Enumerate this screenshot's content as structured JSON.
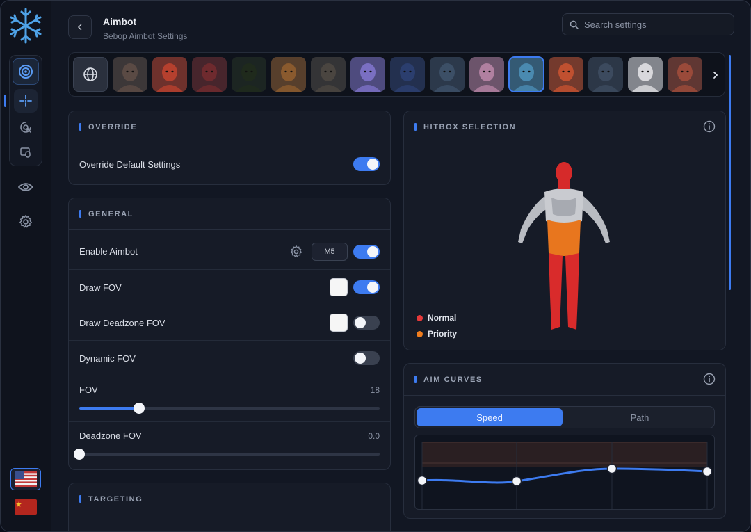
{
  "header": {
    "title": "Aimbot",
    "subtitle": "Bebop Aimbot Settings",
    "search_placeholder": "Search settings"
  },
  "heroes": [
    {
      "icon": "hero-portrait-1",
      "color": "#5a4a44"
    },
    {
      "icon": "hero-portrait-2",
      "color": "#b5402e"
    },
    {
      "icon": "hero-portrait-3",
      "color": "#6e2a2e"
    },
    {
      "icon": "hero-portrait-4",
      "color": "#1f2a1c"
    },
    {
      "icon": "hero-portrait-5",
      "color": "#8a5a2e"
    },
    {
      "icon": "hero-portrait-6",
      "color": "#4a4540"
    },
    {
      "icon": "hero-portrait-7",
      "color": "#7a6fc2"
    },
    {
      "icon": "hero-portrait-8",
      "color": "#2b3e6e"
    },
    {
      "icon": "hero-portrait-9",
      "color": "#3c4f66"
    },
    {
      "icon": "hero-portrait-10",
      "color": "#b080a0"
    },
    {
      "icon": "hero-portrait-11-bebop",
      "color": "#4a8ab0",
      "selected": true
    },
    {
      "icon": "hero-portrait-12",
      "color": "#c05030"
    },
    {
      "icon": "hero-portrait-13",
      "color": "#3c4a5e"
    },
    {
      "icon": "hero-portrait-14",
      "color": "#d8d8dc"
    },
    {
      "icon": "hero-portrait-15",
      "color": "#9a4a3a"
    }
  ],
  "override": {
    "title": "OVERRIDE",
    "default_label": "Override Default Settings",
    "default_on": true
  },
  "general": {
    "title": "GENERAL",
    "enable_aimbot": {
      "label": "Enable Aimbot",
      "key": "M5",
      "on": true
    },
    "draw_fov": {
      "label": "Draw FOV",
      "on": true
    },
    "draw_deadzone": {
      "label": "Draw Deadzone FOV",
      "on": false
    },
    "dynamic_fov": {
      "label": "Dynamic FOV",
      "on": false
    },
    "fov": {
      "label": "FOV",
      "value": "18",
      "fraction": 0.2
    },
    "deadzone_fov": {
      "label": "Deadzone FOV",
      "value": "0.0",
      "fraction": 0.0
    }
  },
  "targeting": {
    "title": "TARGETING"
  },
  "hitbox": {
    "title": "HITBOX SELECTION",
    "legend_normal": "Normal",
    "legend_priority": "Priority",
    "color_normal": "#e5393a",
    "color_priority": "#f07d1e"
  },
  "aim_curves": {
    "title": "AIM CURVES",
    "tab_speed": "Speed",
    "tab_path": "Path"
  },
  "colors": {
    "accent": "#3d7bf0"
  }
}
